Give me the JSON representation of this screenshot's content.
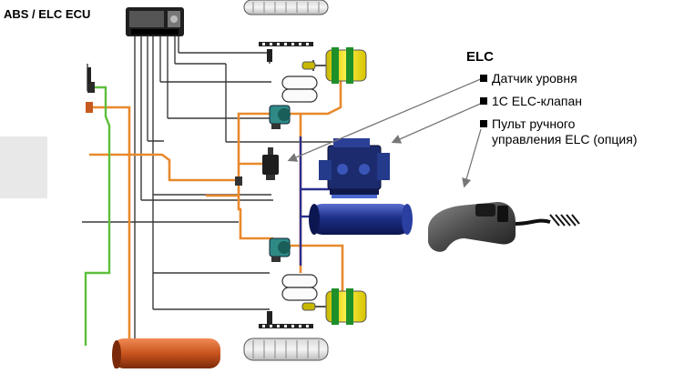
{
  "ecu": {
    "label": "ABS / ELC ECU"
  },
  "elc": {
    "title": "ELC",
    "items": [
      {
        "label": "Датчик уровня"
      },
      {
        "label": "1C ELC-клапан"
      },
      {
        "label": "Пульт ручного",
        "label_cont": "управления ELC (опция)"
      }
    ]
  },
  "colors": {
    "air_line": "#e8892c",
    "ground_line": "#5dbf3a",
    "signal_line": "#2a2f8f",
    "wire": "#3a3a3a",
    "chamber": "#f2e020",
    "tank_blue": "#1d2f88",
    "tank_orange": "#c9541e"
  }
}
